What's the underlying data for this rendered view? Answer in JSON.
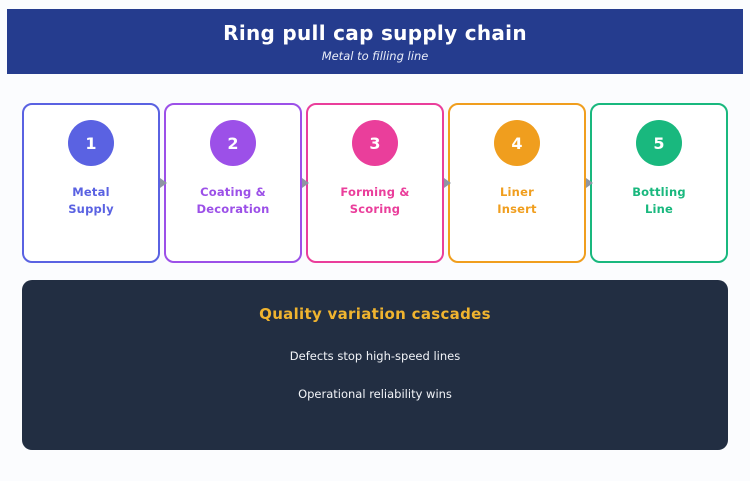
{
  "header": {
    "title": "Ring pull cap supply chain",
    "subtitle": "Metal to filling line"
  },
  "stages": [
    {
      "number": "1",
      "label_line1": "Metal",
      "label_line2": "Supply",
      "color": "#5a62e2"
    },
    {
      "number": "2",
      "label_line1": "Coating &",
      "label_line2": "Decoration",
      "color": "#9c50e8"
    },
    {
      "number": "3",
      "label_line1": "Forming &",
      "label_line2": "Scoring",
      "color": "#ea3e9b"
    },
    {
      "number": "4",
      "label_line1": "Liner",
      "label_line2": "Insert",
      "color": "#f09e1e"
    },
    {
      "number": "5",
      "label_line1": "Bottling",
      "label_line2": "Line",
      "color": "#19b87e"
    }
  ],
  "callout": {
    "title": "Quality variation cascades",
    "points": [
      "Defects stop high-speed lines",
      "Operational reliability wins"
    ]
  },
  "colors": {
    "header_bg": "#253c8e",
    "panel_bg": "#222e42",
    "accent_gold": "#f0b42f",
    "connector": "#8e95a3"
  }
}
